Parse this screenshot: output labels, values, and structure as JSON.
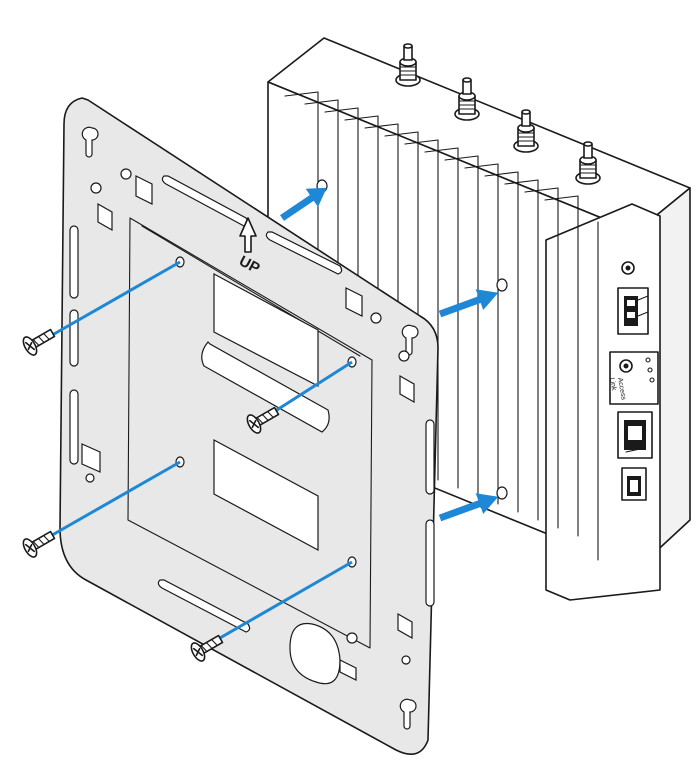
{
  "bracket": {
    "up_label": "UP"
  },
  "device_panel": {
    "access_label": "Access",
    "link_label": "Link"
  },
  "colors": {
    "arrow": "#1e88d6",
    "bracket_fill": "#e8e8e8",
    "device_fill": "#ffffff",
    "outline": "#1a1a1a"
  },
  "icons": [
    "screw-icon",
    "antenna-connector-icon",
    "alignment-arrow-icon",
    "up-arrow-icon",
    "ethernet-port-icon",
    "usb-port-icon",
    "power-jack-icon"
  ]
}
